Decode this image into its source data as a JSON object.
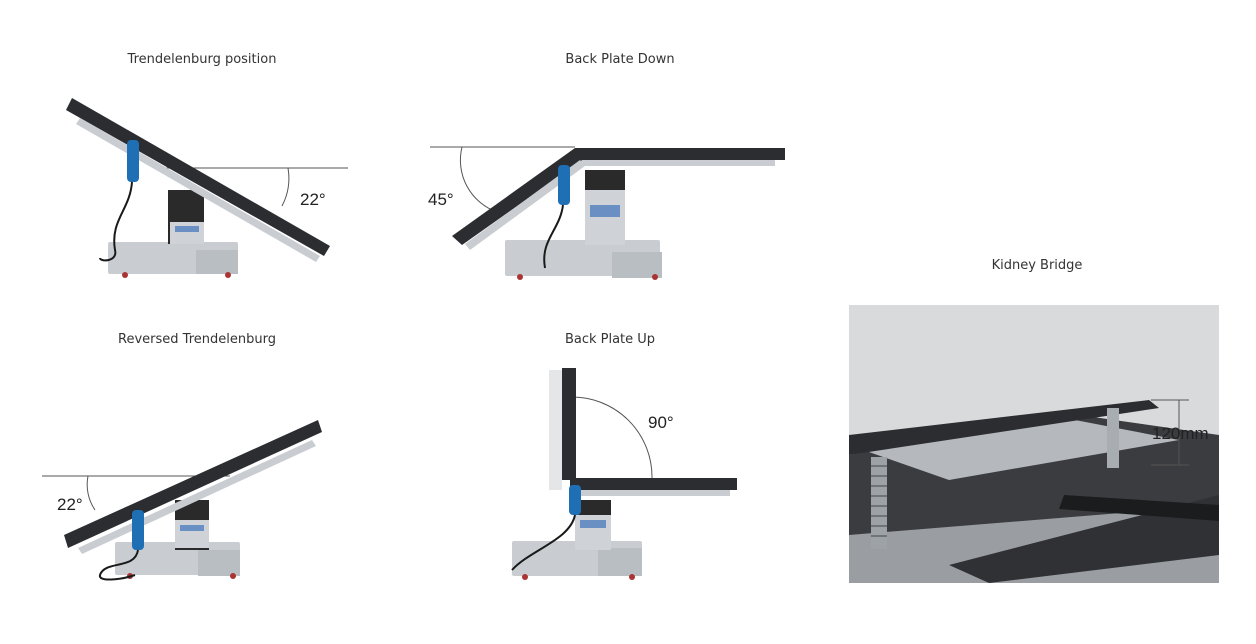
{
  "panels": {
    "trendelenburg": {
      "title": "Trendelenburg position",
      "angle": "22°"
    },
    "back_plate_down": {
      "title": "Back Plate Down",
      "angle": "45°"
    },
    "reversed_trendelenburg": {
      "title": "Reversed Trendelenburg",
      "angle": "22°"
    },
    "back_plate_up": {
      "title": "Back Plate Up",
      "angle": "90°"
    },
    "kidney_bridge": {
      "title": "Kidney Bridge",
      "dimension": "120mm"
    }
  },
  "colors": {
    "pad": "#2b2d31",
    "steel": "#c9cdd2",
    "steel_dark": "#9aa0a6",
    "column": "#2a2a2a",
    "remote": "#1f6fb5",
    "cable": "#1a1a1a",
    "photo_bg": "#d9dadb"
  }
}
